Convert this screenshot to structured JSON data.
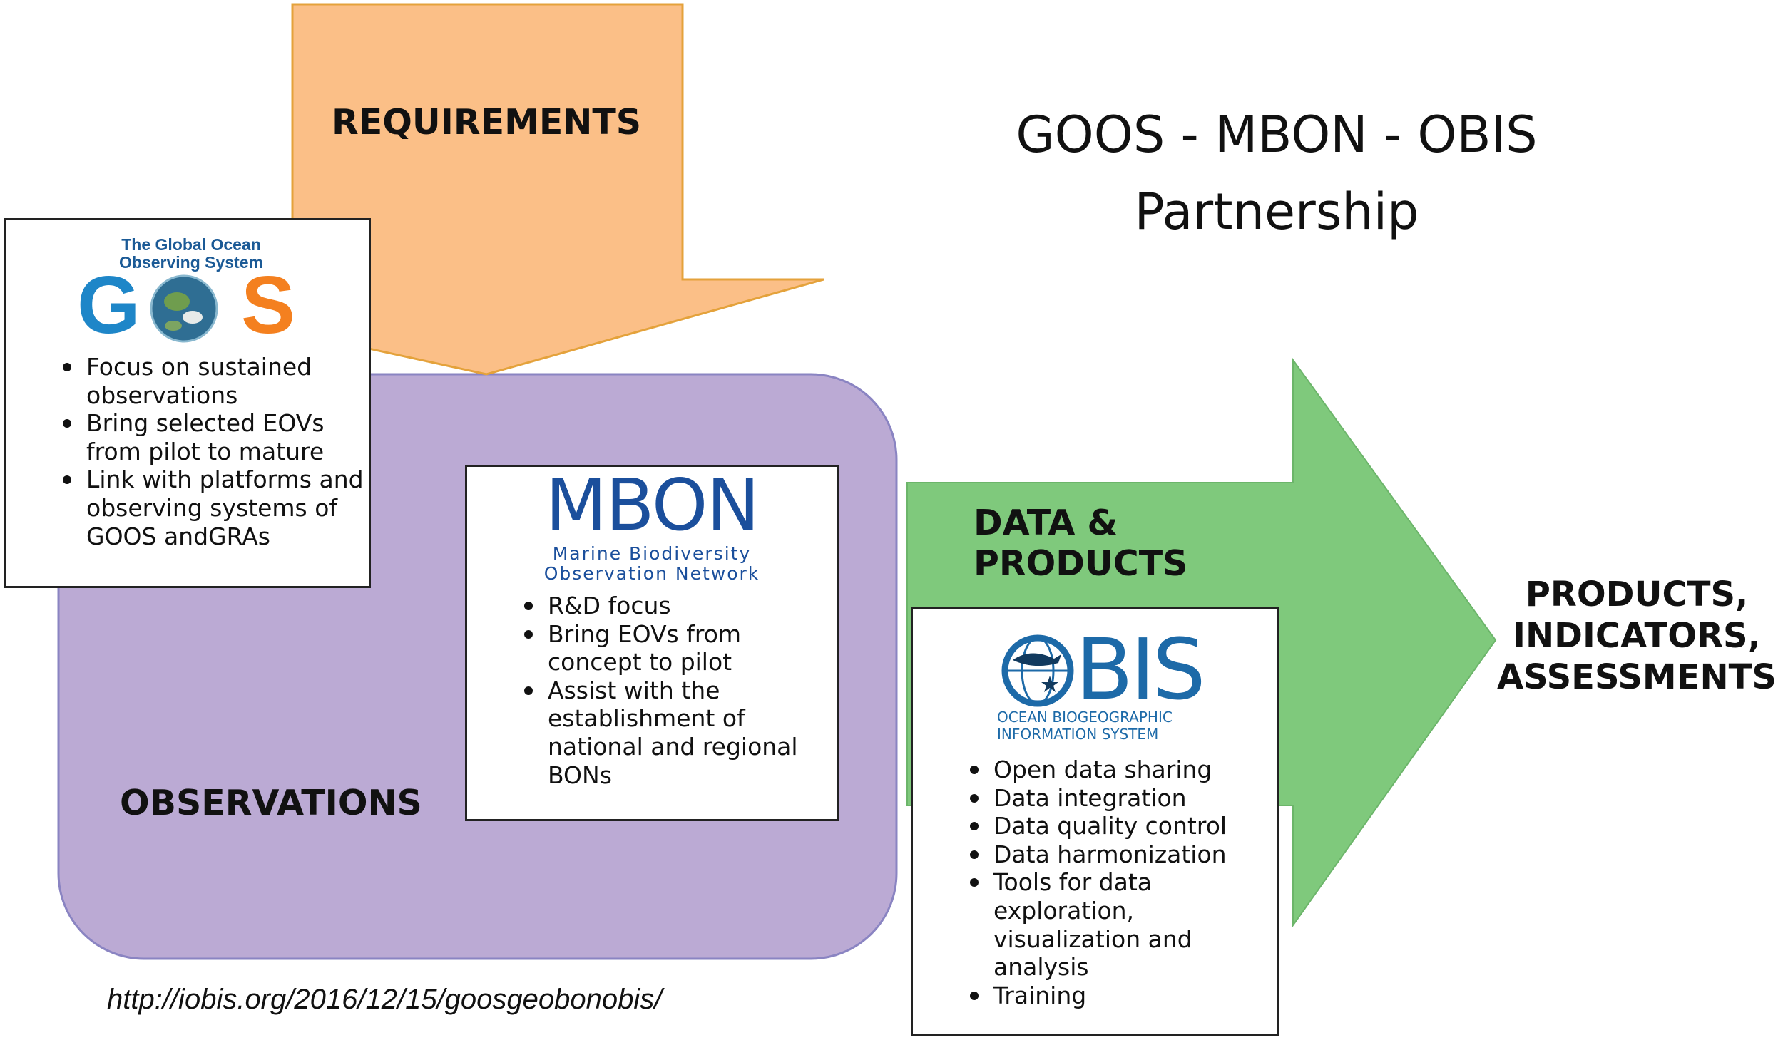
{
  "title": {
    "line1": "GOOS - MBON - OBIS",
    "line2": "Partnership"
  },
  "labels": {
    "requirements": "REQUIREMENTS",
    "observations": "OBSERVATIONS",
    "data_products": "DATA & PRODUCTS",
    "outcome": "PRODUCTS, INDICATORS, ASSESSMENTS"
  },
  "goos": {
    "logo_text": "The Global Ocean Observing System",
    "logo_mark": "GOOS",
    "bullets": [
      "Focus on sustained observations",
      "Bring selected EOVs from pilot to mature",
      "Link with platforms and observing systems of GOOS andGRAs"
    ]
  },
  "mbon": {
    "logo_mark": "MBON",
    "logo_sub": "Marine Biodiversity Observation Network",
    "bullets": [
      "R&D focus",
      "Bring EOVs from concept to pilot",
      "Assist with the establishment of national and regional BONs"
    ]
  },
  "obis": {
    "logo_mark": "BIS",
    "logo_sub": "OCEAN BIOGEOGRAPHIC INFORMATION SYSTEM",
    "bullets": [
      "Open data sharing",
      "Data integration",
      "Data quality control",
      "Data harmonization",
      "Tools for data exploration, visualization and analysis",
      "Training"
    ]
  },
  "source_url": "http://iobis.org/2016/12/15/goosgeobonobis/",
  "colors": {
    "requirements_arrow": "#fbbf87",
    "observations_box": "#bbaad4",
    "data_arrow": "#7fc97c",
    "goos_blue": "#1e86c8",
    "goos_orange": "#f4801f",
    "mbon_blue": "#1b4f9c",
    "obis_blue": "#1d6aa8"
  }
}
